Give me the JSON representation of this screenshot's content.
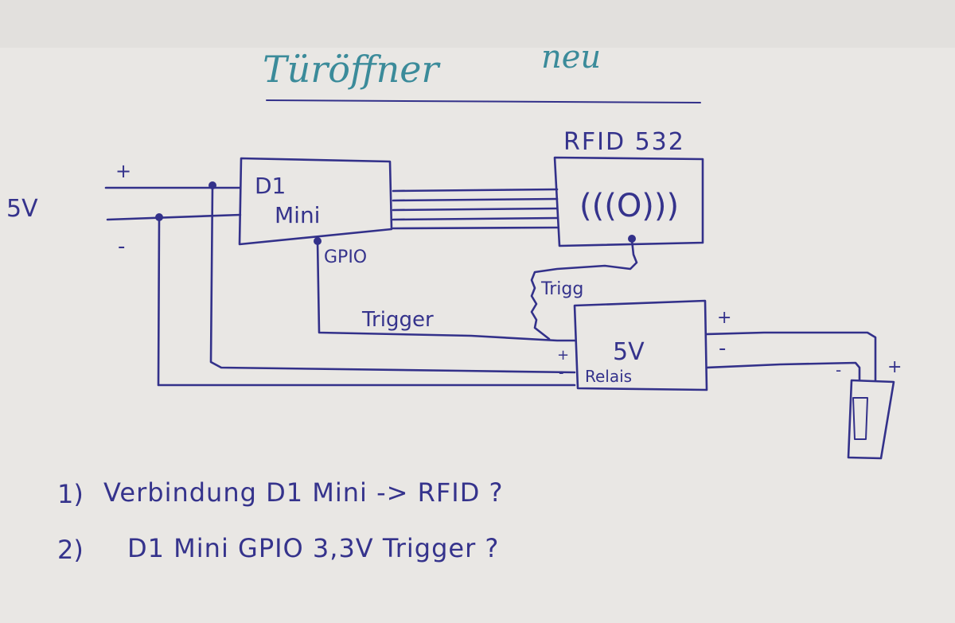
{
  "title": {
    "main": "Türöffner",
    "suffix": "neu"
  },
  "supply": {
    "label": "5V",
    "plus": "+",
    "minus": "-"
  },
  "d1_mini": {
    "line1": "D1",
    "line2": "Mini",
    "pin_label": "GPIO"
  },
  "rfid": {
    "label": "RFID 532",
    "symbol": "(((O)))"
  },
  "relay": {
    "line1": "5V",
    "line2": "Relais",
    "plus_in": "+",
    "minus_in": "-",
    "plus_out": "+",
    "minus_out": "-"
  },
  "wires": {
    "trigger_label": "Trigger",
    "rfid_trigger_label": "Trigg"
  },
  "lock": {
    "plus": "+",
    "minus": "-"
  },
  "questions": [
    {
      "number": "1)",
      "text": "Verbindung D1 Mini -> RFID ?"
    },
    {
      "number": "2)",
      "text": "D1 Mini GPIO  3,3V Trigger ?"
    }
  ],
  "colors": {
    "paper": "#e9e7e4",
    "ink": "#33318a",
    "title_ink": "#3b8b9a"
  }
}
